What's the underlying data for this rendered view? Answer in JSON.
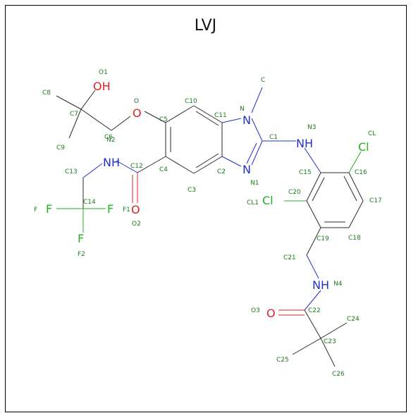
{
  "title": "LVJ",
  "colors": {
    "carbon_bond": "#2a2a2a",
    "nitrogen": "#2030c8",
    "oxygen": "#e02020",
    "halogen": "#20b020",
    "label": "#1a7a1a"
  },
  "atoms": {
    "OH": "OH",
    "O_ether": "O",
    "NH_amide": "NH",
    "O_amide": "O",
    "N_methyl": "N",
    "N1": "N",
    "NH_N3": "NH",
    "Cl_top": "Cl",
    "Cl_left": "Cl",
    "NH_N4": "NH",
    "O_tbu": "O",
    "F": "F",
    "F1": "F",
    "F2": "F"
  },
  "labels": {
    "O1": "O1",
    "C8": "C8",
    "C7": "C7",
    "C9": "C9",
    "O": "O",
    "C6": "C6",
    "N2": "N2",
    "C10": "C10",
    "C5": "C5",
    "C11": "C11",
    "N": "N",
    "C": "C",
    "C1": "C1",
    "N3": "N3",
    "CL": "CL",
    "C12": "C12",
    "C4": "C4",
    "C2": "C2",
    "N1": "N1",
    "C15": "C15",
    "C16": "C16",
    "C13": "C13",
    "C3": "C3",
    "C20": "C20",
    "CL1": "CL1",
    "C17": "C17",
    "C14": "C14",
    "F": "F",
    "F1": "F1",
    "O2": "O2",
    "F2": "F2",
    "C19": "C19",
    "C18": "C18",
    "C21": "C21",
    "N4": "N4",
    "O3": "O3",
    "C22": "C22",
    "C24": "C24",
    "C23": "C23",
    "C25": "C25",
    "C26": "C26"
  }
}
